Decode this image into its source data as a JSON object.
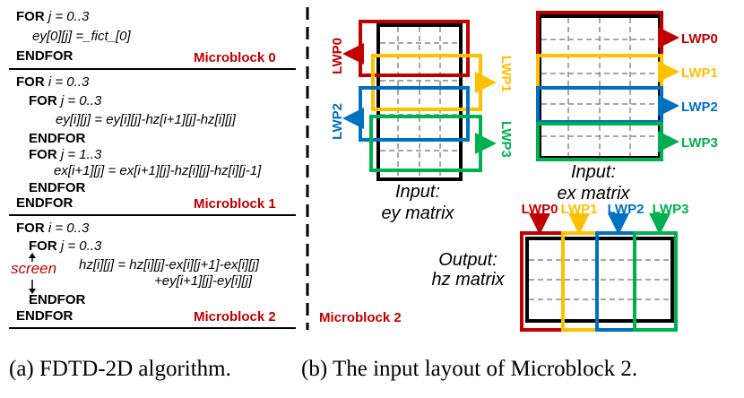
{
  "left": {
    "mb0": {
      "for_j": "FOR",
      "for_j_cond": "j = 0..3",
      "stmt": "ey[0][j] =_fict_[0]",
      "endfor": "ENDFOR",
      "label": "Microblock 0"
    },
    "mb1": {
      "for_i": "FOR",
      "for_i_cond": "i = 0..3",
      "for_j1": "FOR",
      "for_j1_cond": "j = 0..3",
      "stmt1": "ey[i][j] = ey[i][j]-hz[i+1][j]-hz[i][j]",
      "endfor1": "ENDFOR",
      "for_j2": "FOR",
      "for_j2_cond": "j = 1..3",
      "stmt2": "ex[i+1][j] = ex[i+1][j]-hz[i][j]-hz[i][j-1]",
      "endfor2": "ENDFOR",
      "endfor_outer": "ENDFOR",
      "label": "Microblock 1"
    },
    "mb2": {
      "for_i": "FOR",
      "for_i_cond": "i = 0..3",
      "for_j": "FOR",
      "for_j_cond": "j = 0..3",
      "screen": "screen",
      "stmt_a": "hz[i][j] = hz[i][j]-ex[i][j+1]-ex[i][j]",
      "stmt_b": "+ey[i+1][j]-ey[i][j]",
      "endfor_inner": "ENDFOR",
      "endfor_outer": "ENDFOR",
      "label": "Microblock 2"
    }
  },
  "right": {
    "mb_label": "Microblock 2",
    "ey_caption_1": "Input:",
    "ey_caption_2": "ey matrix",
    "ex_caption_1": "Input:",
    "ex_caption_2": "ex matrix",
    "hz_caption_1": "Output:",
    "hz_caption_2": "hz matrix",
    "lwp": [
      "LWP0",
      "LWP1",
      "LWP2",
      "LWP3"
    ]
  },
  "captions": {
    "a": "(a) FDTD-2D algorithm.",
    "b": "(b) The input layout of Microblock 2."
  },
  "colors": {
    "lwp0": "#c00000",
    "lwp1": "#ffc000",
    "lwp2": "#0070c0",
    "lwp3": "#00b050",
    "label_red": "#c00000"
  }
}
